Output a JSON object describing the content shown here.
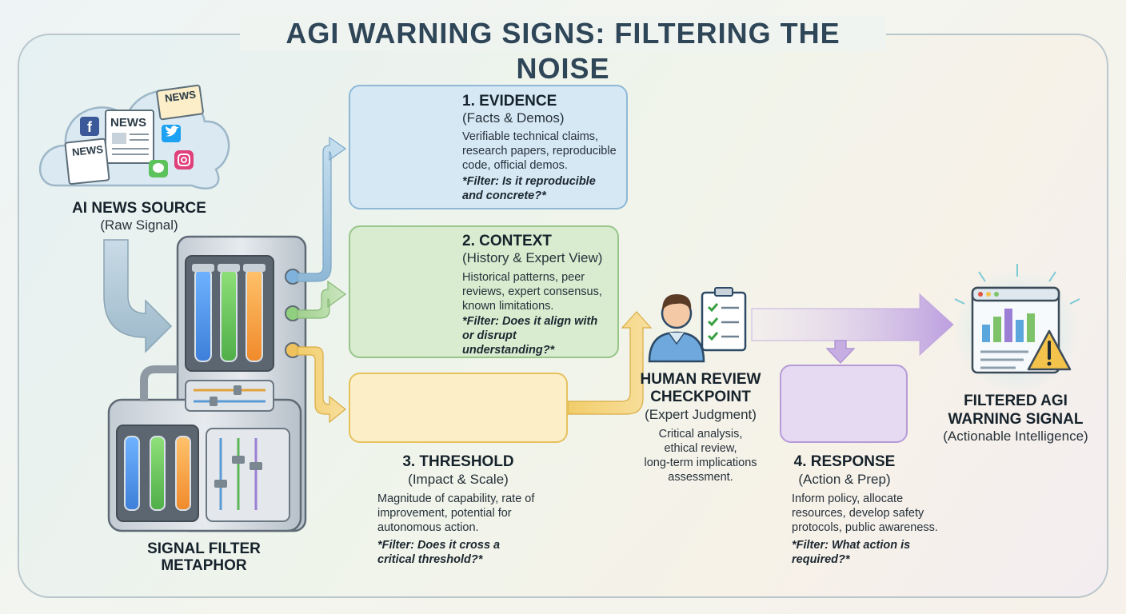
{
  "title": "AGI WARNING SIGNS: FILTERING THE NOISE",
  "source": {
    "heading": "AI NEWS SOURCE",
    "subheading": "(Raw Signal)",
    "badges": [
      "NEWS",
      "NEWS",
      "NEWS"
    ]
  },
  "filter_machine": {
    "heading_line1": "SIGNAL FILTER",
    "heading_line2": "METAPHOR"
  },
  "evidence": {
    "heading": "1. EVIDENCE",
    "subheading": "(Facts & Demos)",
    "body": [
      "Verifiable technical claims,",
      "research papers, reproducible",
      "code, official demos."
    ],
    "filter": [
      "*Filter: Is it reproducible",
      "and concrete?*"
    ]
  },
  "context": {
    "heading": "2. CONTEXT",
    "subheading": "(History & Expert View)",
    "body": [
      "Historical patterns, peer",
      "reviews, expert consensus,",
      "known limitations."
    ],
    "filter": [
      "*Filter: Does it align with",
      "or disrupt",
      "understanding?*"
    ]
  },
  "threshold": {
    "heading": "3. THRESHOLD",
    "subheading": "(Impact & Scale)",
    "body": [
      "Magnitude of capability, rate of",
      "improvement, potential for",
      "autonomous action."
    ],
    "filter": [
      "*Filter: Does it cross a",
      "critical threshold?*"
    ]
  },
  "review": {
    "heading_line1": "HUMAN REVIEW",
    "heading_line2": "CHECKPOINT",
    "subheading": "(Expert Judgment)",
    "body": [
      "Critical analysis,",
      "ethical review,",
      "long-term implications",
      "assessment."
    ]
  },
  "response": {
    "heading": "4. RESPONSE",
    "subheading": "(Action & Prep)",
    "body": [
      "Inform policy, allocate",
      "resources, develop safety",
      "protocols, public awareness."
    ],
    "filter": [
      "*Filter: What action is",
      "required?*"
    ]
  },
  "output": {
    "heading_line1": "FILTERED AGI",
    "heading_line2": "WARNING SIGNAL",
    "subheading": "(Actionable Intelligence)"
  },
  "colors": {
    "evidence": "#8fb8d6",
    "context": "#98c58a",
    "threshold": "#e6c15e",
    "response": "#b69bd7",
    "title": "#2e4657"
  }
}
